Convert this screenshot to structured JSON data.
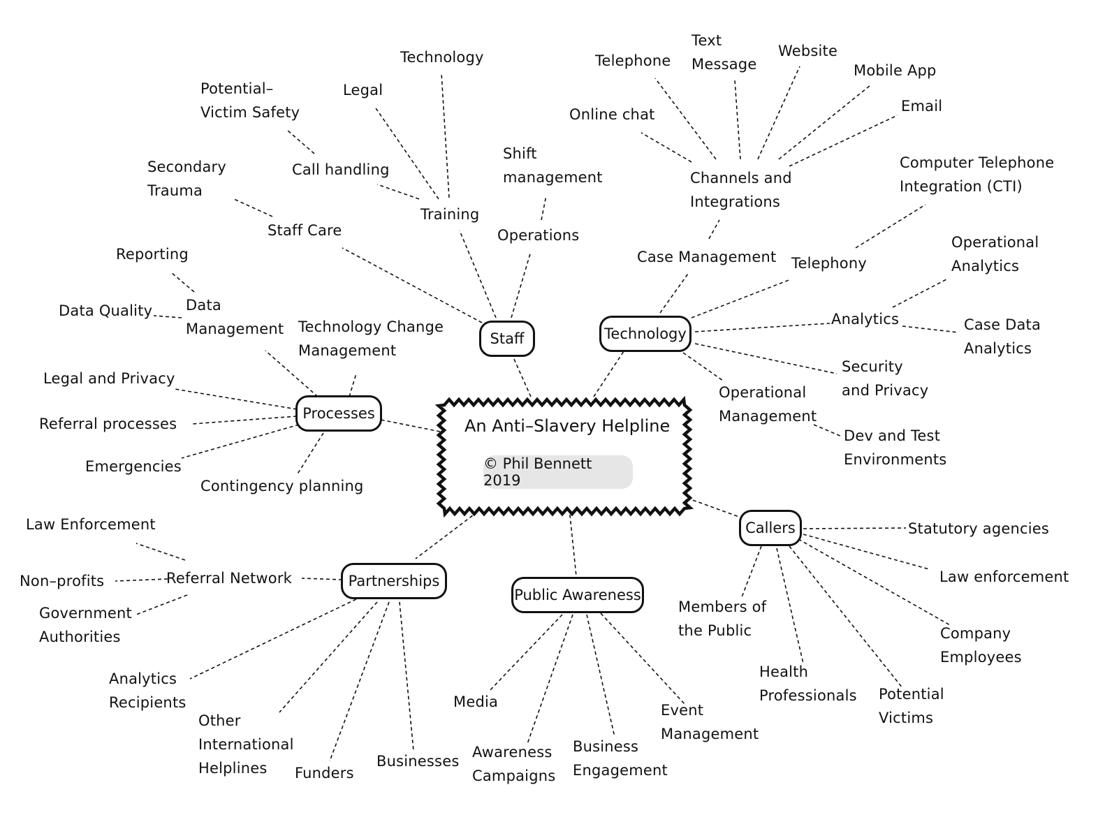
{
  "center": {
    "title": "An Anti–Slavery Helpline",
    "copyright": "© Phil Bennett 2019"
  },
  "hubs": {
    "staff": "Staff",
    "technology": "Technology",
    "processes": "Processes",
    "partnerships": "Partnerships",
    "public_awareness": "Public Awareness",
    "callers": "Callers"
  },
  "staff": {
    "staff_care": "Staff Care",
    "secondary_trauma": "Secondary\nTrauma",
    "training": "Training",
    "call_handling": "Call handling",
    "potential_victim_safety": "Potential–\nVictim Safety",
    "legal": "Legal",
    "technology": "Technology",
    "operations": "Operations",
    "shift_management": "Shift\nmanagement"
  },
  "technology": {
    "case_management": "Case Management",
    "channels": "Channels and\nIntegrations",
    "online_chat": "Online chat",
    "telephone": "Telephone",
    "text_message": "Text\nMessage",
    "website": "Website",
    "mobile_app": "Mobile App",
    "email": "Email",
    "telephony": "Telephony",
    "cti": "Computer Telephone\nIntegration (CTI)",
    "analytics": "Analytics",
    "operational_analytics": "Operational\nAnalytics",
    "case_data_analytics": "Case Data\nAnalytics",
    "security_privacy": "Security\nand Privacy",
    "operational_management": "Operational\nManagement",
    "dev_test": "Dev and Test\nEnvironments"
  },
  "processes": {
    "data_management": "Data\nManagement",
    "reporting": "Reporting",
    "data_quality": "Data Quality",
    "tech_change": "Technology Change\nManagement",
    "legal_privacy": "Legal and Privacy",
    "referral_processes": "Referral processes",
    "emergencies": "Emergencies",
    "contingency": "Contingency planning"
  },
  "partnerships": {
    "referral_network": "Referral Network",
    "law_enforcement": "Law Enforcement",
    "non_profits": "Non–profits",
    "government": "Government\nAuthorities",
    "analytics_recipients": "Analytics\nRecipients",
    "other_helplines": "Other\nInternational\nHelplines",
    "funders": "Funders",
    "businesses": "Businesses"
  },
  "public_awareness": {
    "media": "Media",
    "awareness_campaigns": "Awareness\nCampaigns",
    "business_engagement": "Business\nEngagement",
    "event_management": "Event\nManagement"
  },
  "callers": {
    "statutory": "Statutory agencies",
    "law_enforcement": "Law enforcement",
    "company_employees": "Company\nEmployees",
    "potential_victims": "Potential\nVictims",
    "health_professionals": "Health\nProfessionals",
    "members_public": "Members of\nthe Public"
  }
}
